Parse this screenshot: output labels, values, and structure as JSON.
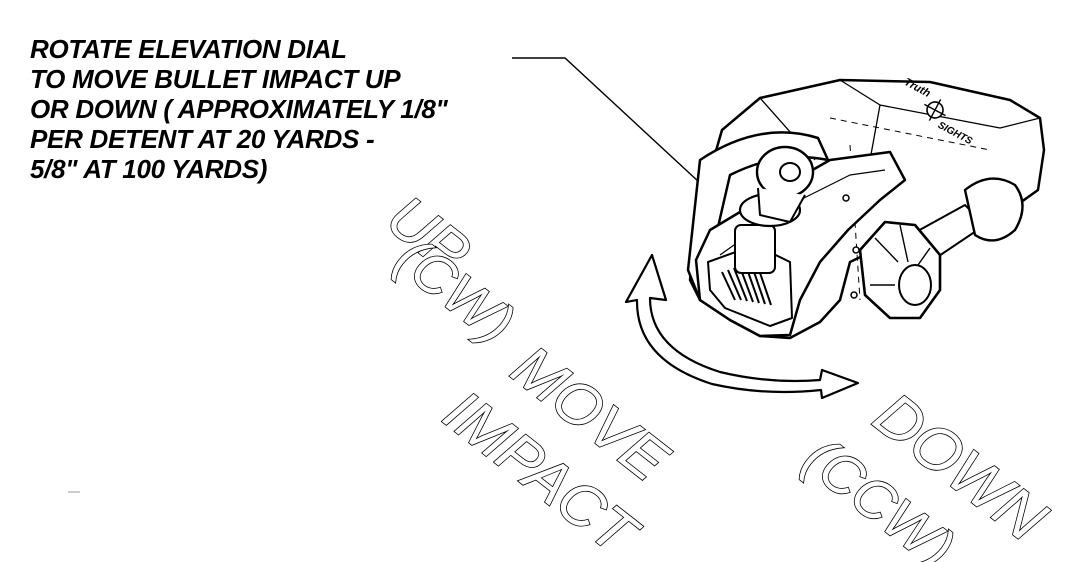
{
  "instruction": {
    "lines": [
      "ROTATE ELEVATION DIAL",
      "TO MOVE BULLET IMPACT UP",
      "OR DOWN ( APPROXIMATELY 1/8\"",
      "PER DETENT AT 20 YARDS -",
      "5/8\" AT 100 YARDS)"
    ]
  },
  "labels": {
    "up": "UP",
    "up_dir": "(CW)",
    "move": "MOVE",
    "impact": "IMPACT",
    "down": "DOWN",
    "down_dir": "(CCW)"
  },
  "device": {
    "logo_line1": "Truth",
    "logo_line2": "SIGHTS"
  }
}
